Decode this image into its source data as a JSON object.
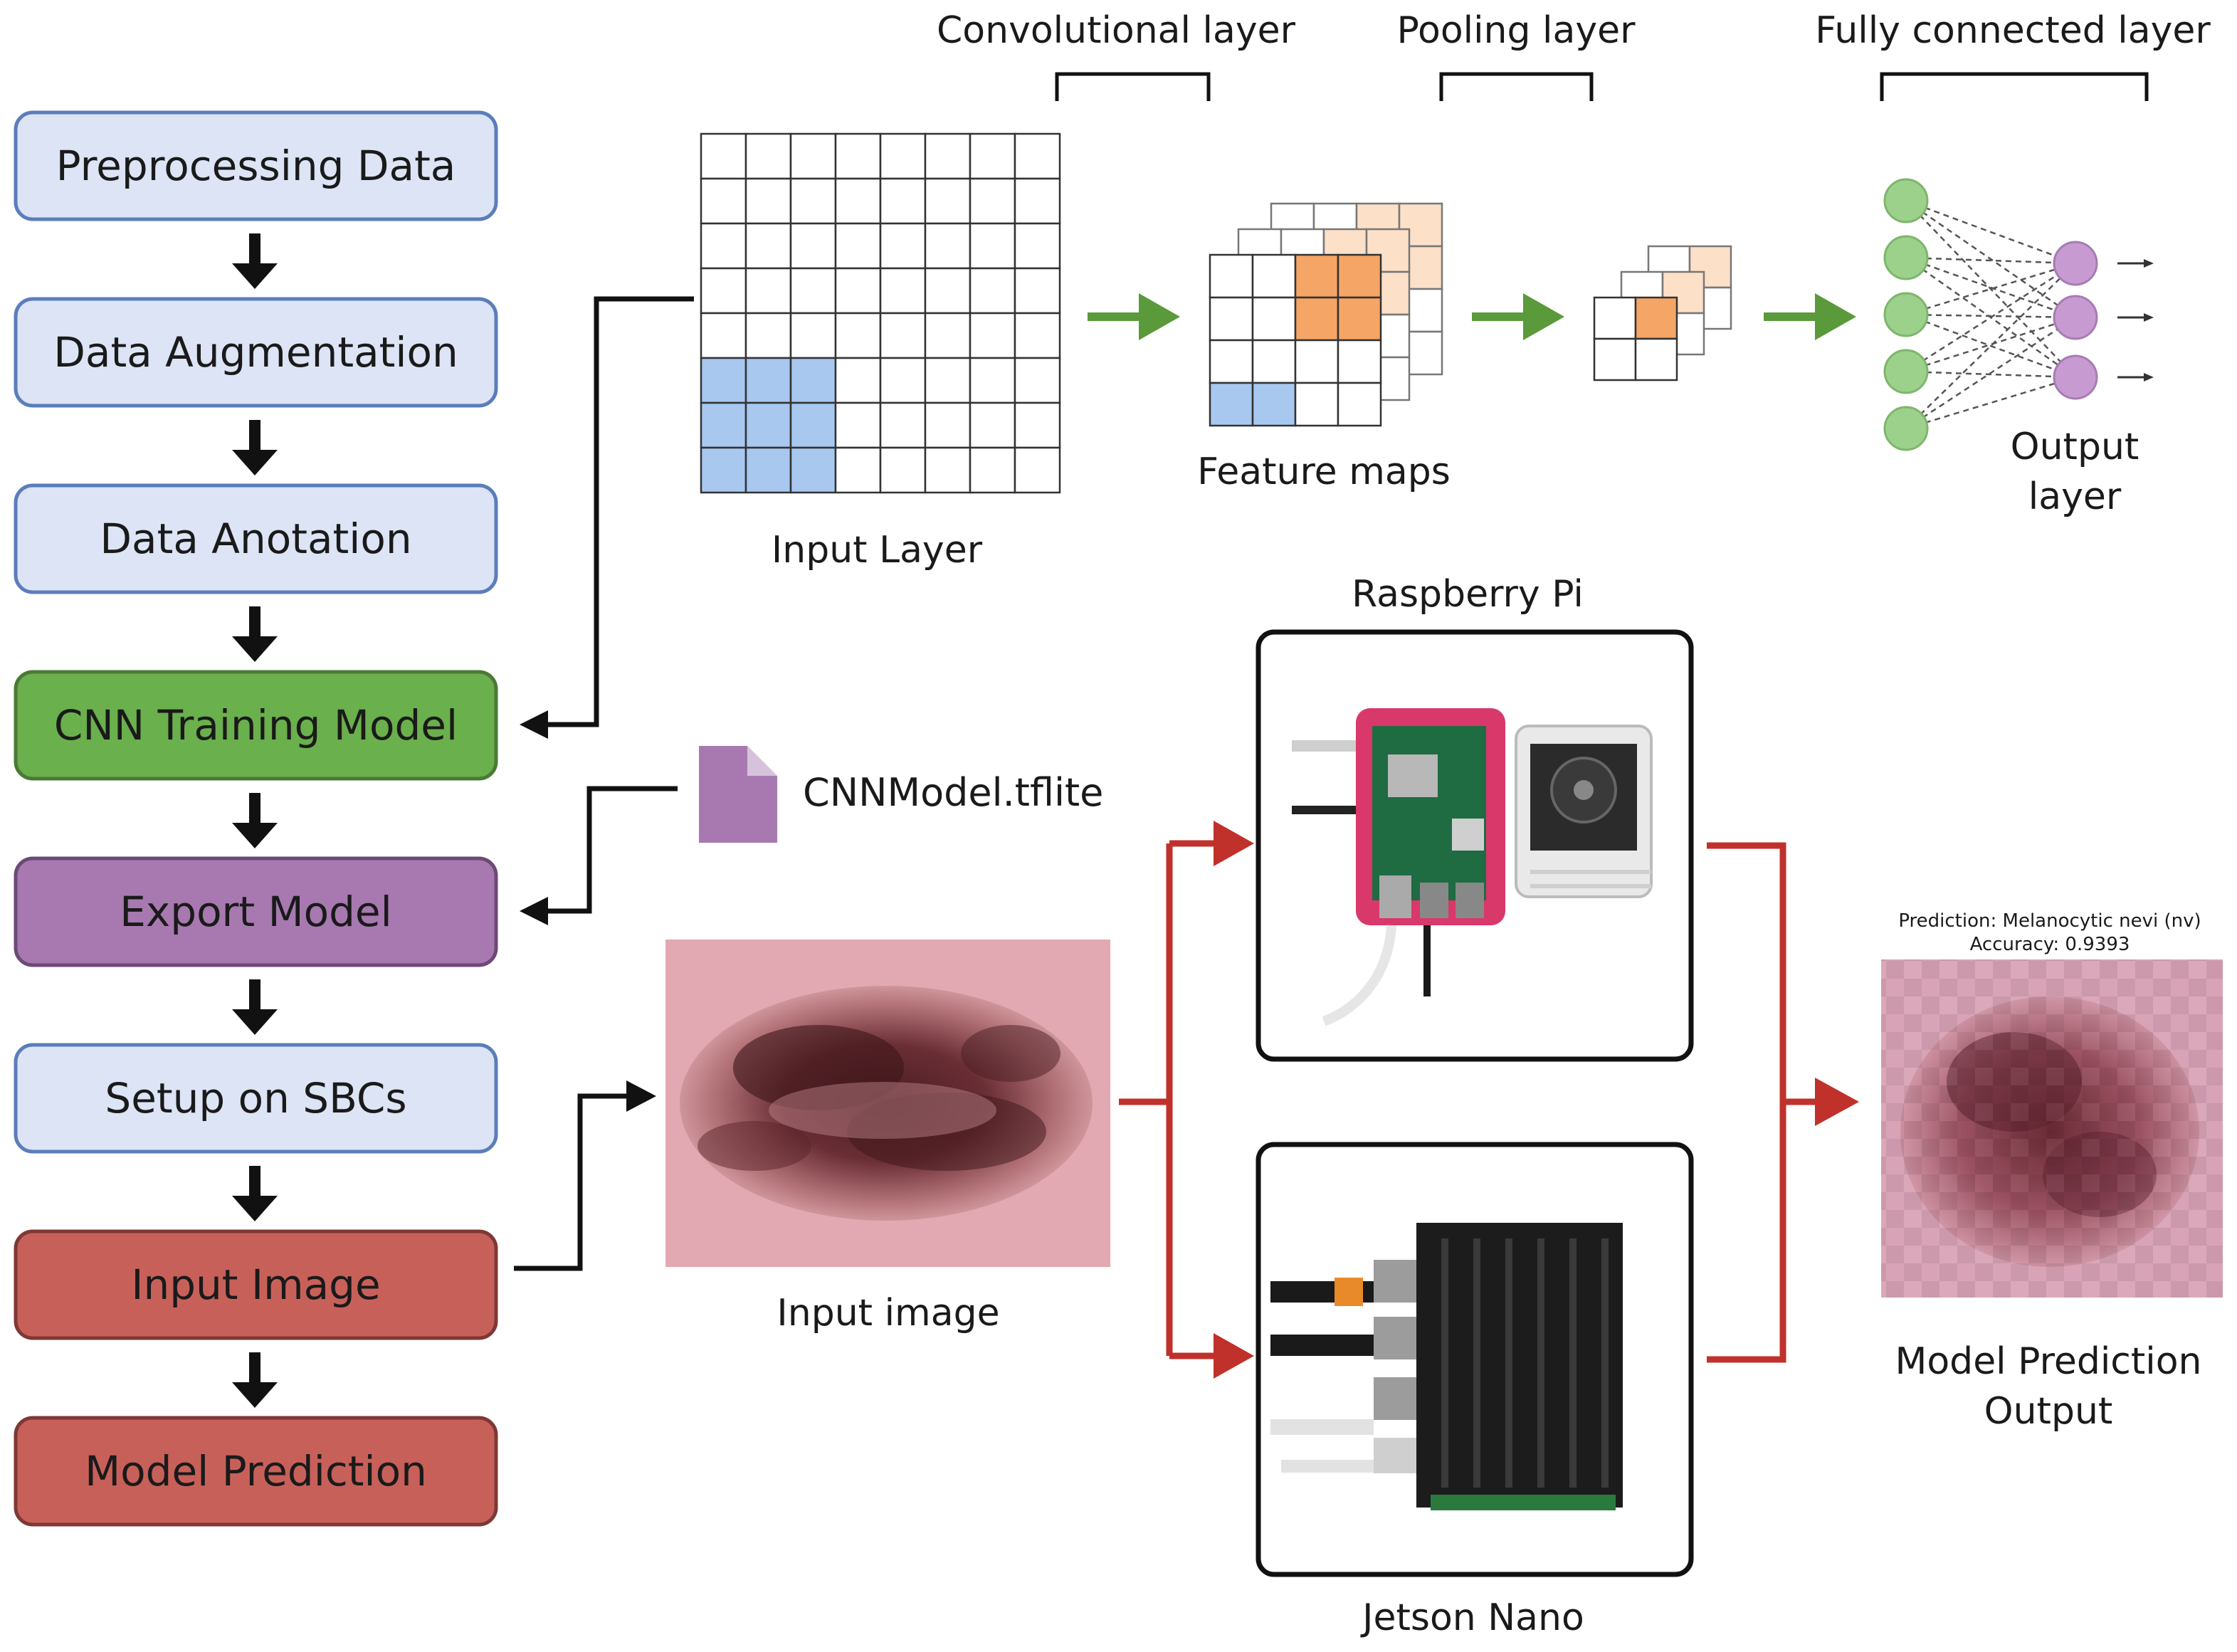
{
  "flow": {
    "steps": [
      {
        "label": "Preprocessing Data",
        "fill": "#dce4f5",
        "stroke": "#5b7dbb"
      },
      {
        "label": "Data Augmentation",
        "fill": "#dce4f5",
        "stroke": "#5b7dbb"
      },
      {
        "label": "Data Anotation",
        "fill": "#dce4f5",
        "stroke": "#5b7dbb"
      },
      {
        "label": "CNN Training Model",
        "fill": "#6ab04c",
        "stroke": "#4a7a35"
      },
      {
        "label": "Export Model",
        "fill": "#a779b0",
        "stroke": "#6c4a75"
      },
      {
        "label": "Setup on SBCs",
        "fill": "#dce4f5",
        "stroke": "#5b7dbb"
      },
      {
        "label": "Input Image",
        "fill": "#c8605a",
        "stroke": "#7e3835"
      },
      {
        "label": "Model Prediction",
        "fill": "#c8605a",
        "stroke": "#7e3835"
      }
    ]
  },
  "cnn": {
    "conv_label": "Convolutional layer",
    "pool_label": "Pooling layer",
    "fc_label": "Fully connected layer",
    "input_layer_label": "Input Layer",
    "feature_maps_label": "Feature maps",
    "output_label_line1": "Output",
    "output_label_line2": "layer"
  },
  "model_file": {
    "name": "CNNModel.tflite",
    "icon": "file-icon",
    "color": "#a779b0"
  },
  "input_image_label": "Input image",
  "devices": {
    "top": "Raspberry Pi",
    "bottom": "Jetson Nano"
  },
  "prediction": {
    "line1": "Prediction: Melanocytic nevi (nv)",
    "line2": "Accuracy: 0.9393",
    "caption_line1": "Model Prediction",
    "caption_line2": "Output"
  },
  "colors": {
    "green_arrow": "#5a9a3a",
    "red_arrow": "#c0312b",
    "blue_cell": "#a8c8f0",
    "orange_cell": "#f5a566",
    "node_green": "#9bd18a",
    "node_purple": "#c79ad1"
  }
}
